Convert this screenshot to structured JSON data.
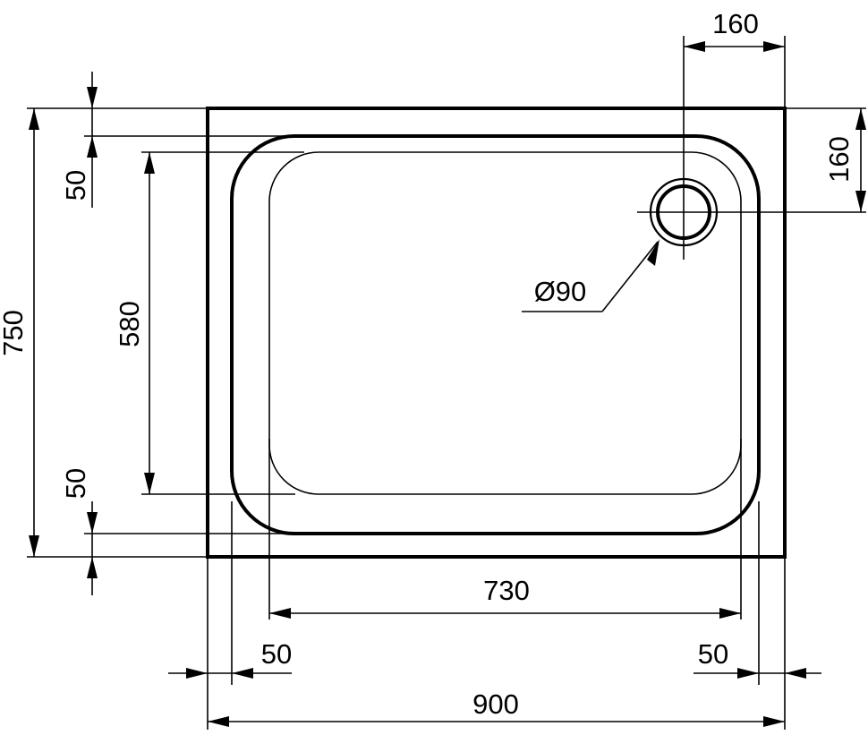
{
  "drawing": {
    "dimensions": {
      "drain_x_offset": "160",
      "drain_y_offset": "160",
      "drain_diameter": "Ø90",
      "total_depth": "750",
      "inner_depth": "580",
      "top_rim": "50",
      "bottom_rim": "50",
      "inner_width": "730",
      "left_rim": "50",
      "right_rim": "50",
      "total_width": "900"
    },
    "colors": {
      "line": "#000000",
      "background": "#ffffff"
    }
  }
}
